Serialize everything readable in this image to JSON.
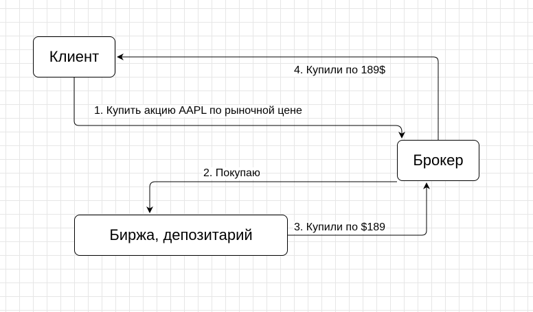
{
  "nodes": {
    "client": "Клиент",
    "broker": "Брокер",
    "exchange": "Биржа, депозитарий"
  },
  "edges": {
    "step1": "1. Купить акцию AAPL по рыночной цене",
    "step2": "2. Покупаю",
    "step3": "3. Купили по $189",
    "step4": "4. Купили по 189$"
  },
  "colors": {
    "stroke": "#000000",
    "grid": "#e6e6e6",
    "background": "#ffffff"
  }
}
